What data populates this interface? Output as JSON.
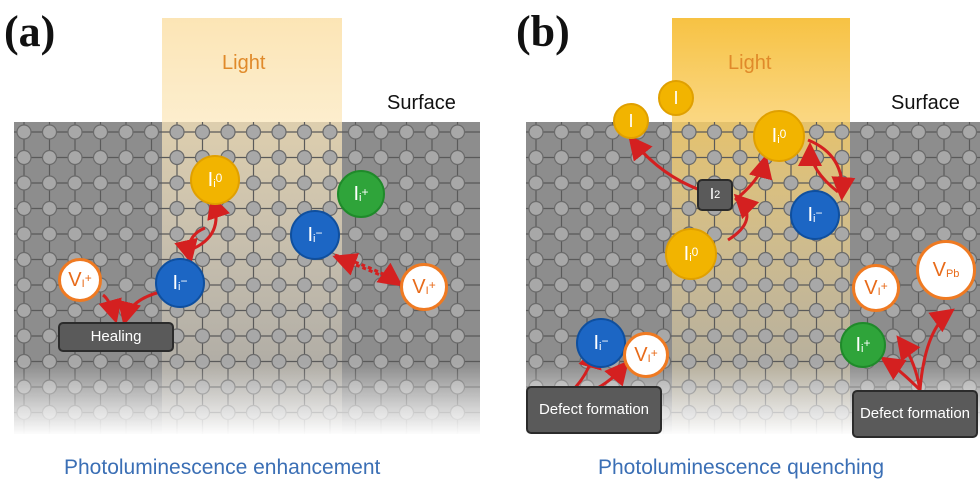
{
  "panels": [
    {
      "letter": "(a)",
      "light": "Light",
      "surface": "Surface",
      "caption": "Photoluminescence enhancement",
      "box": "Healing"
    },
    {
      "letter": "(b)",
      "light": "Light",
      "surface": "Surface",
      "caption": "Photoluminescence quenching",
      "box_left": "Defect formation",
      "box_right": "Defect formation",
      "i2": "I",
      "i2_sub": "2",
      "iodine": "I"
    }
  ],
  "species": {
    "V": "V",
    "I": "I",
    "i": "i",
    "I_sub": "I",
    "plus": "+",
    "minus": "−",
    "zero": "0",
    "Pb": "Pb"
  },
  "colors": {
    "vacancy_border": "#ef7a22",
    "interstitial_neutral": "#f2b400",
    "interstitial_negative": "#1c66c4",
    "interstitial_positive": "#2fa43a",
    "arrow": "#d42020",
    "caption": "#3b6fb5",
    "light": "#e08a2a"
  }
}
